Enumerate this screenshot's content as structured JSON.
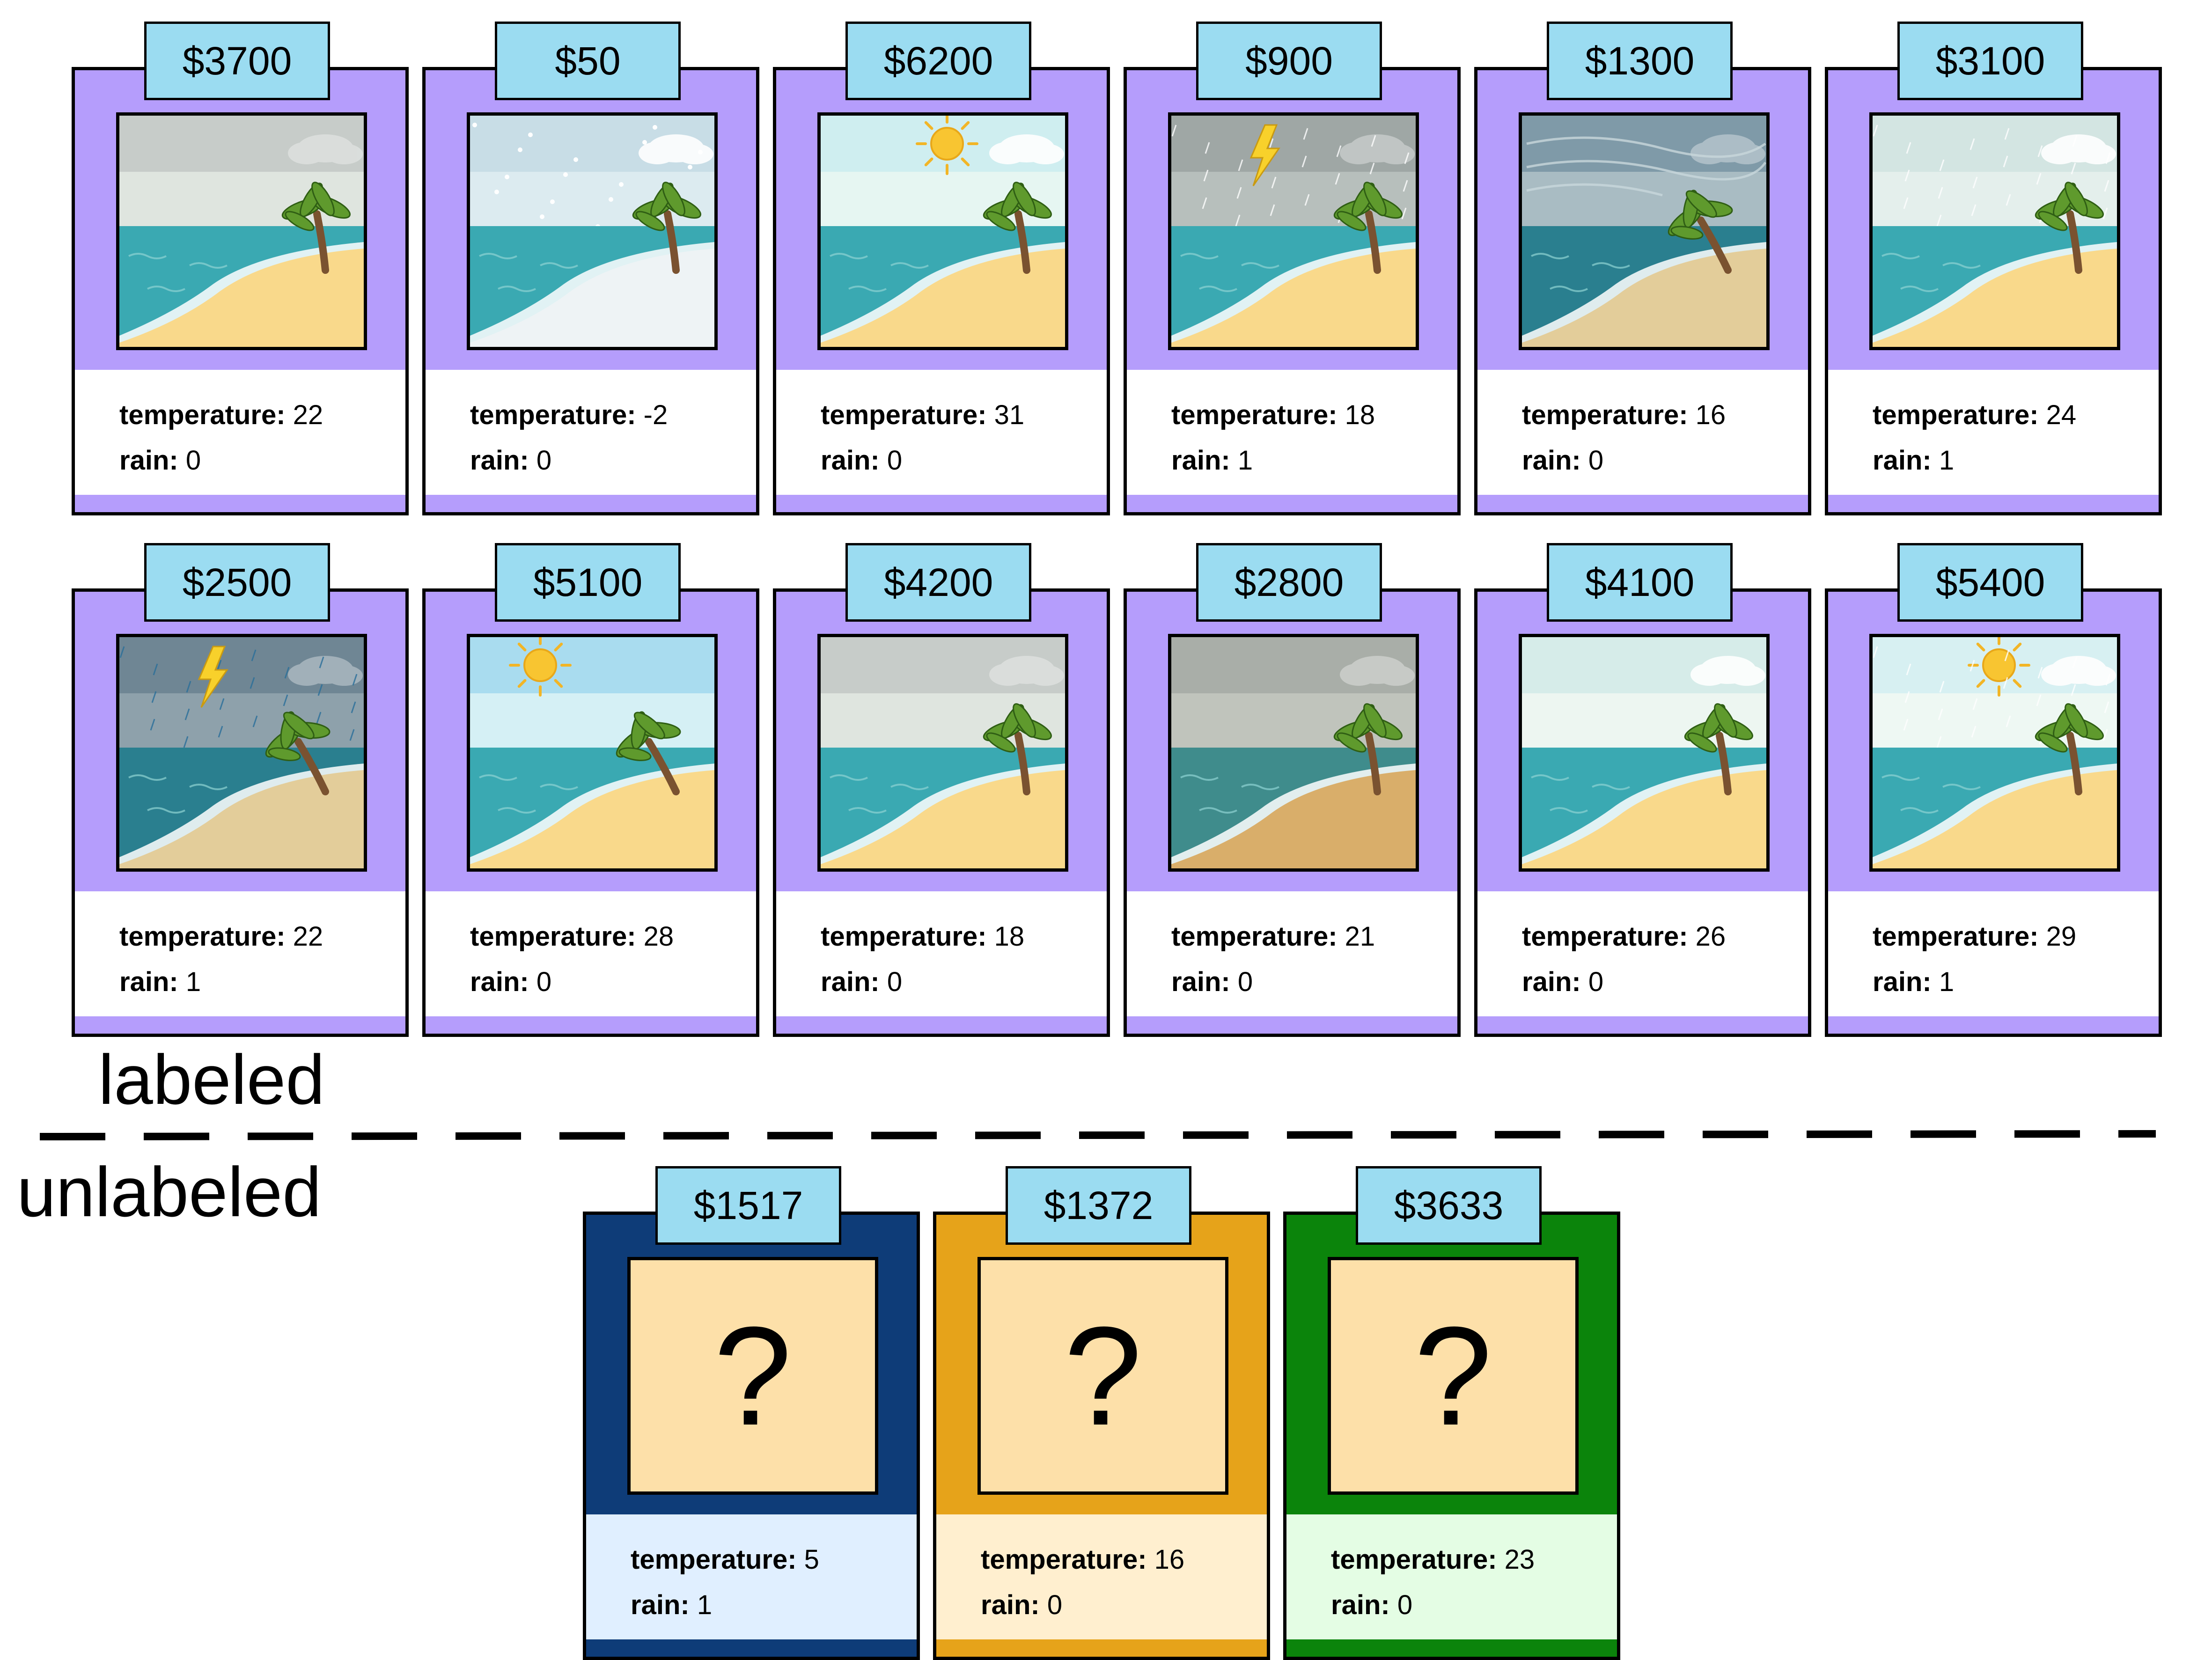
{
  "sections": {
    "labeled_label": "labeled",
    "unlabeled_label": "unlabeled"
  },
  "field_labels": {
    "temperature": "temperature:",
    "rain": "rain:"
  },
  "colors": {
    "labeled_frame": "#b59dfc",
    "price_tag": "#9bdcf1",
    "unknown_image": "#fde0a9"
  },
  "labeled": [
    {
      "price": "$3700",
      "temperature": "22",
      "rain": "0",
      "scene": "overcast"
    },
    {
      "price": "$50",
      "temperature": "-2",
      "rain": "0",
      "scene": "snow"
    },
    {
      "price": "$6200",
      "temperature": "31",
      "rain": "0",
      "scene": "sunny"
    },
    {
      "price": "$900",
      "temperature": "18",
      "rain": "1",
      "scene": "lightning-rain"
    },
    {
      "price": "$1300",
      "temperature": "16",
      "rain": "0",
      "scene": "windy"
    },
    {
      "price": "$3100",
      "temperature": "24",
      "rain": "1",
      "scene": "light-rain"
    },
    {
      "price": "$2500",
      "temperature": "22",
      "rain": "1",
      "scene": "storm"
    },
    {
      "price": "$5100",
      "temperature": "28",
      "rain": "0",
      "scene": "sunny-windy"
    },
    {
      "price": "$4200",
      "temperature": "18",
      "rain": "0",
      "scene": "overcast"
    },
    {
      "price": "$2800",
      "temperature": "21",
      "rain": "0",
      "scene": "dark-overcast"
    },
    {
      "price": "$4100",
      "temperature": "26",
      "rain": "0",
      "scene": "clear"
    },
    {
      "price": "$5400",
      "temperature": "29",
      "rain": "1",
      "scene": "sun-shower"
    }
  ],
  "unlabeled": [
    {
      "price": "$1517",
      "temperature": "5",
      "rain": "1",
      "image": "?",
      "frame_color": "#0e3c78",
      "footer_color": "#e0efff"
    },
    {
      "price": "$1372",
      "temperature": "16",
      "rain": "0",
      "image": "?",
      "frame_color": "#e6a31a",
      "footer_color": "#ffefcf"
    },
    {
      "price": "$3633",
      "temperature": "23",
      "rain": "0",
      "image": "?",
      "frame_color": "#0b840b",
      "footer_color": "#e4fde4"
    }
  ]
}
